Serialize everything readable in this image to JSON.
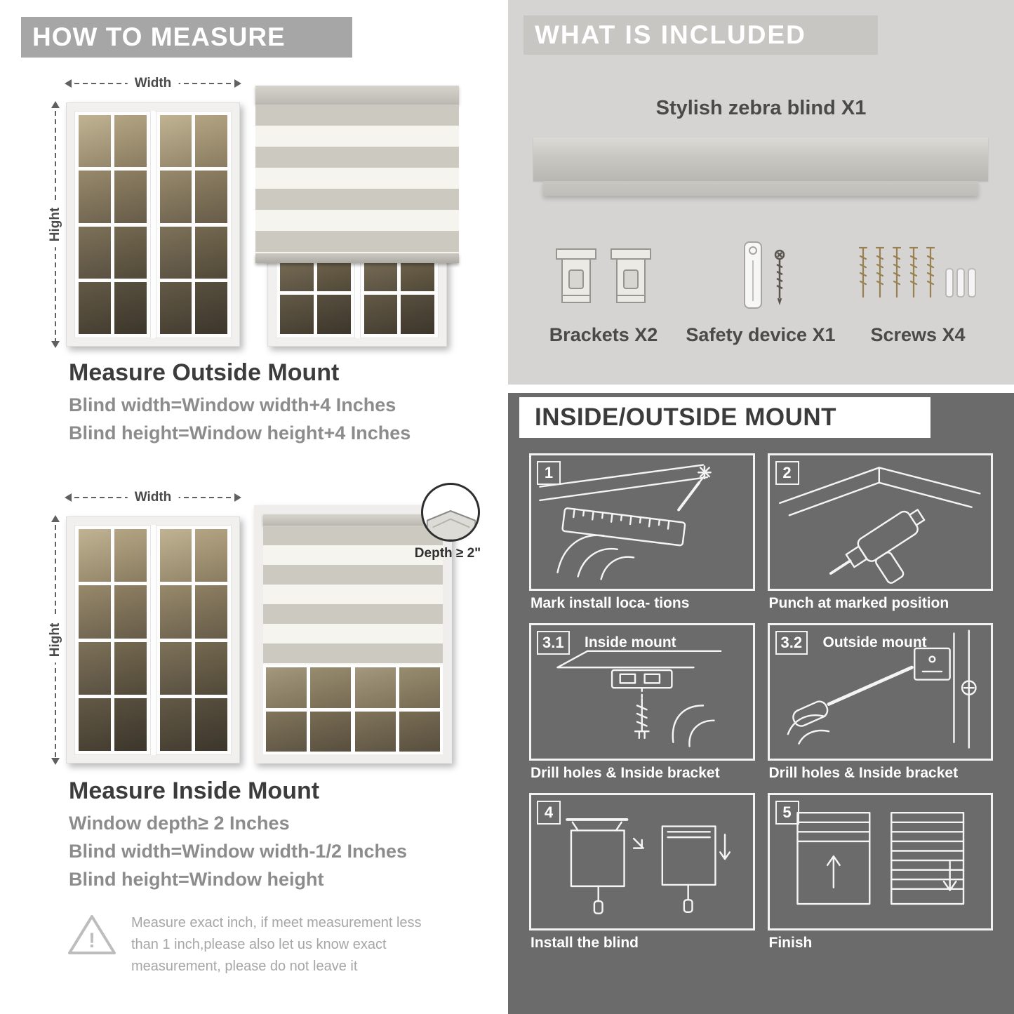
{
  "measure": {
    "header": "HOW TO MEASURE",
    "labels": {
      "width": "Width",
      "height": "Hight"
    },
    "outside": {
      "title": "Measure Outside Mount",
      "lines": [
        "Blind width=Window width+4 Inches",
        "Blind height=Window height+4 Inches"
      ]
    },
    "inside": {
      "depth_note": "Depth ≥ 2\"",
      "title": "Measure Inside Mount",
      "lines": [
        "Window depth≥ 2 Inches",
        "Blind width=Window width-1/2 Inches",
        "Blind height=Window height"
      ]
    },
    "warning": {
      "icon": "!",
      "text": "Measure exact inch, if meet measurement less than 1 inch,please also let us know exact measurement, please do not leave it"
    }
  },
  "included": {
    "header": "WHAT IS INCLUDED",
    "product": "Stylish zebra blind X1",
    "items": [
      {
        "label": "Brackets X2"
      },
      {
        "label": "Safety device X1"
      },
      {
        "label": "Screws X4"
      }
    ]
  },
  "mount": {
    "header": "INSIDE/OUTSIDE MOUNT",
    "steps": [
      {
        "num": "1",
        "title": "",
        "caption": "Mark install loca- tions"
      },
      {
        "num": "2",
        "title": "",
        "caption": "Punch at  marked position"
      },
      {
        "num": "3.1",
        "title": "Inside mount",
        "caption": "Drill holes &  Inside bracket"
      },
      {
        "num": "3.2",
        "title": "Outside mount",
        "caption": "Drill holes &  Inside bracket"
      },
      {
        "num": "4",
        "title": "",
        "caption": "Install the blind"
      },
      {
        "num": "5",
        "title": "",
        "caption": "Finish"
      }
    ]
  },
  "colors": {
    "banner_gray": "#a6a6a6",
    "included_bg": "#d5d4d2",
    "mount_bg": "#6b6b6b",
    "text_dark": "#3c3c3c",
    "text_gray": "#8c8c8c"
  }
}
